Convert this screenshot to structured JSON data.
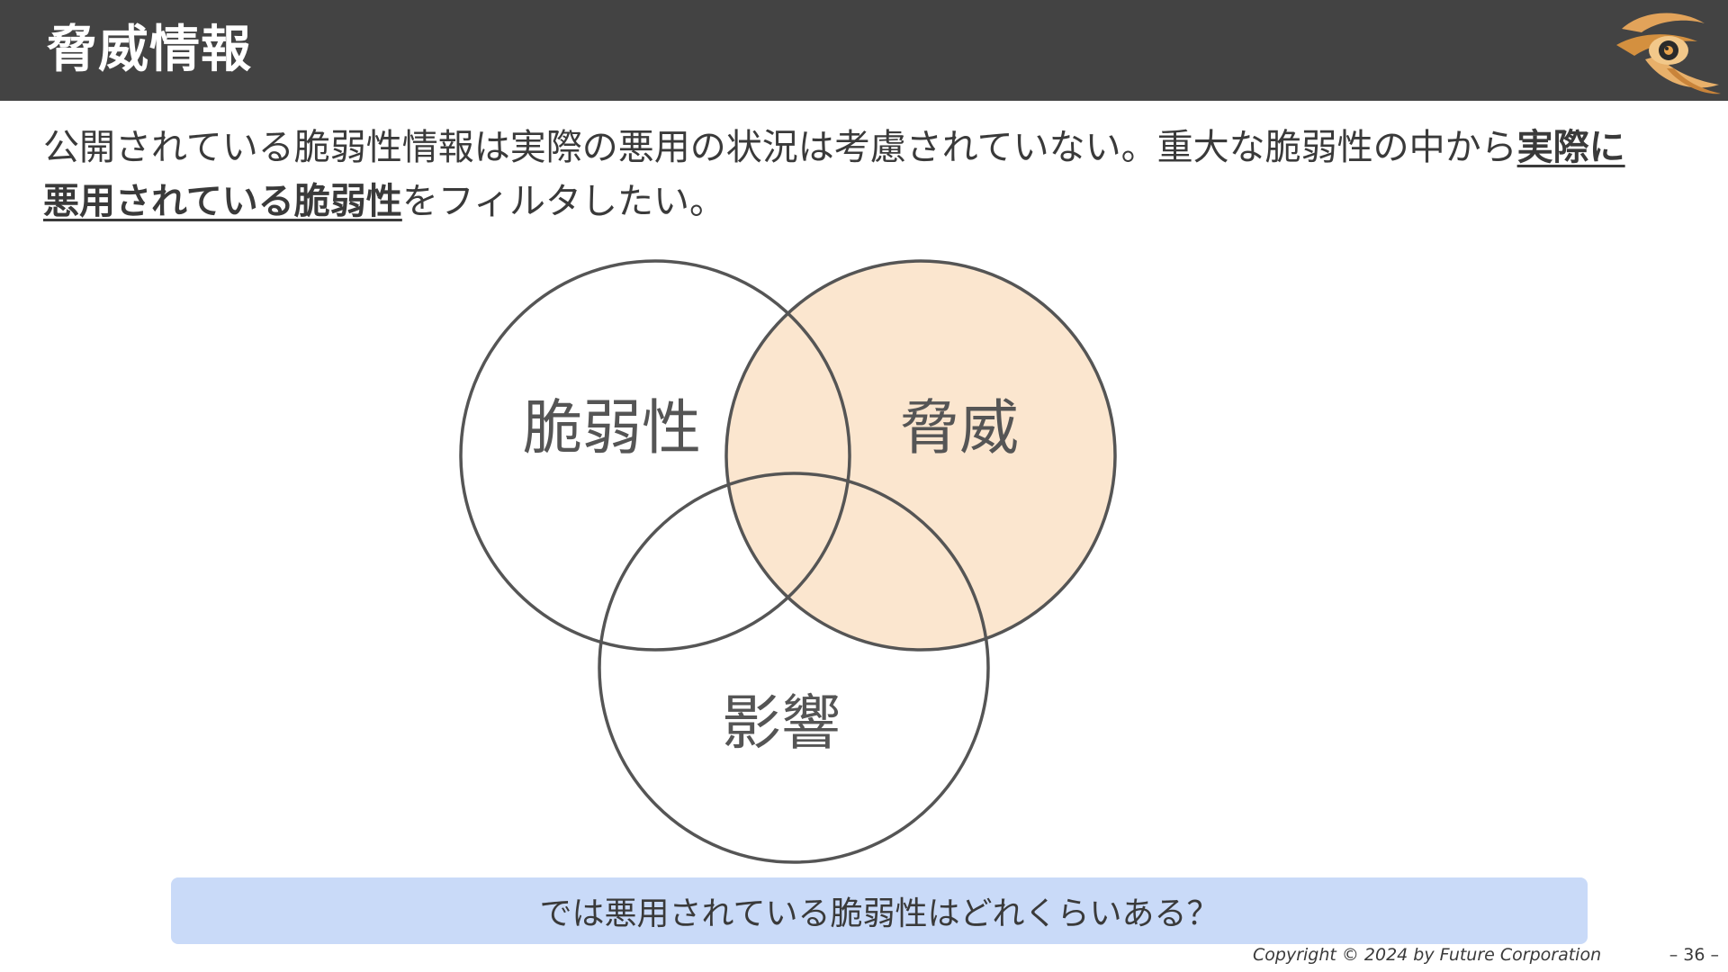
{
  "header": {
    "title": "脅威情報",
    "logo_icon": "owl-eye-logo-icon"
  },
  "lead": {
    "text_1": "公開されている脆弱性情報は実際の悪用の状況は考慮されていない。重大な脆弱性の中から",
    "emphasis": "実際に悪用されている脆弱性",
    "text_2": "をフィルタしたい。"
  },
  "venn": {
    "sets": [
      {
        "label": "脆弱性",
        "filled": false
      },
      {
        "label": "脅威",
        "filled": true
      },
      {
        "label": "影響",
        "filled": false
      }
    ],
    "colors": {
      "fill": "#fbe6cf",
      "stroke": "#555555"
    }
  },
  "banner": {
    "text": "では悪用されている脆弱性はどれくらいある？"
  },
  "footer": {
    "copyright": "Copyright © 2024 by Future Corporation",
    "page": "– 36 –"
  },
  "colors": {
    "header_bg": "#434343",
    "banner_bg": "#c9daf8"
  }
}
